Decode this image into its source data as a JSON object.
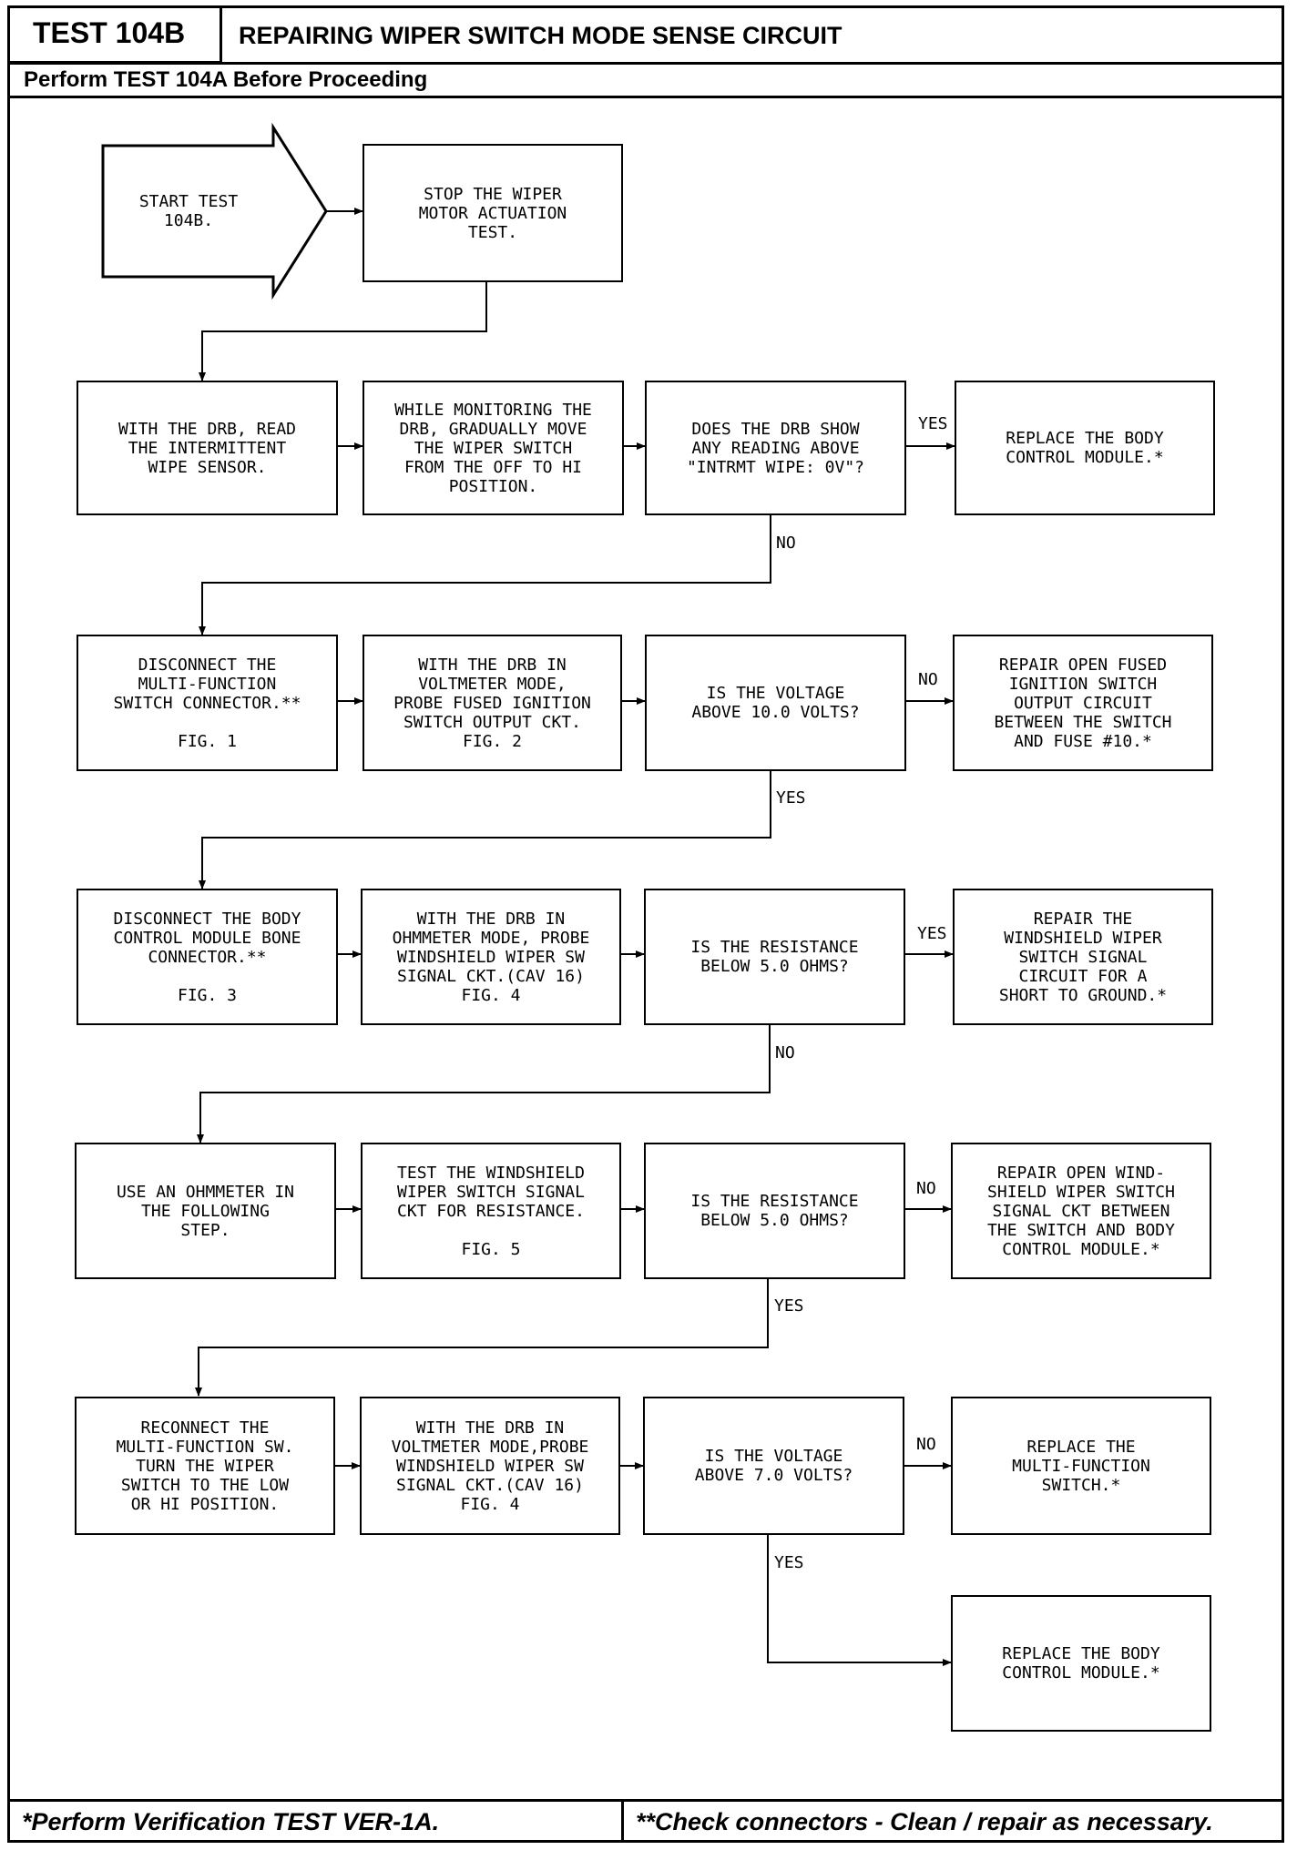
{
  "header": {
    "test_id": "TEST 104B",
    "title": "REPAIRING WIPER SWITCH MODE SENSE CIRCUIT",
    "subtitle": "Perform TEST 104A Before Proceeding"
  },
  "footer": {
    "left_note": "*Perform Verification TEST VER-1A.",
    "right_note": "**Check connectors - Clean / repair as necessary."
  },
  "boxes": {
    "start": "START TEST\n104B.",
    "stop_motor_test": "STOP THE WIPER\nMOTOR ACTUATION\nTEST.",
    "read_intermittent": "WITH THE DRB, READ\nTHE INTERMITTENT\nWIPE SENSOR.",
    "monitor_move_switch": "WHILE MONITORING THE\nDRB, GRADUALLY MOVE\nTHE WIPER SWITCH\nFROM THE OFF TO HI\nPOSITION.",
    "q_drb_reading": "DOES THE DRB SHOW\nANY READING ABOVE\n\"INTRMT WIPE: 0V\"?",
    "replace_bcm_1": "REPLACE THE BODY\nCONTROL MODULE.*",
    "disconnect_mf_switch": "DISCONNECT THE\nMULTI-FUNCTION\nSWITCH CONNECTOR.**\n\nFIG. 1",
    "probe_ignition": "WITH THE DRB IN\nVOLTMETER MODE,\nPROBE FUSED IGNITION\nSWITCH OUTPUT CKT.\nFIG. 2",
    "q_voltage_10": "IS THE VOLTAGE\nABOVE 10.0 VOLTS?",
    "repair_open_ignition": "REPAIR OPEN FUSED\nIGNITION SWITCH\nOUTPUT CIRCUIT\nBETWEEN THE SWITCH\nAND FUSE #10.*",
    "disconnect_bcm_bone": "DISCONNECT THE BODY\nCONTROL MODULE BONE\nCONNECTOR.**\n\nFIG. 3",
    "probe_ohm_signal": "WITH THE DRB IN\nOHMMETER MODE, PROBE\nWINDSHIELD WIPER SW\nSIGNAL CKT.(CAV 16)\nFIG. 4",
    "q_resistance_1": "IS THE RESISTANCE\nBELOW 5.0 OHMS?",
    "repair_short": "REPAIR THE\nWINDSHIELD WIPER\nSWITCH SIGNAL\nCIRCUIT FOR A\nSHORT TO GROUND.*",
    "use_ohmmeter": "USE AN OHMMETER IN\nTHE FOLLOWING\nSTEP.",
    "test_resistance": "TEST THE WINDSHIELD\nWIPER SWITCH SIGNAL\nCKT FOR RESISTANCE.\n\nFIG. 5",
    "q_resistance_2": "IS THE RESISTANCE\nBELOW 5.0 OHMS?",
    "repair_open_signal": "REPAIR OPEN WIND-\nSHIELD WIPER SWITCH\nSIGNAL CKT BETWEEN\nTHE SWITCH AND BODY\nCONTROL MODULE.*",
    "reconnect_mf": "RECONNECT THE\nMULTI-FUNCTION SW.\nTURN THE WIPER\nSWITCH TO THE LOW\nOR HI POSITION.",
    "probe_volt_signal": "WITH THE DRB IN\nVOLTMETER MODE,PROBE\nWINDSHIELD WIPER SW\nSIGNAL CKT.(CAV 16)\nFIG. 4",
    "q_voltage_7": "IS THE VOLTAGE\nABOVE 7.0 VOLTS?",
    "replace_mf_switch": "REPLACE THE\nMULTI-FUNCTION\nSWITCH.*",
    "replace_bcm_2": "REPLACE THE BODY\nCONTROL MODULE.*"
  },
  "labels": {
    "yes_row2": "YES",
    "no_row2": "NO",
    "no_row3": "NO",
    "yes_row3": "YES",
    "yes_row4": "YES",
    "no_row4": "NO",
    "no_row5": "NO",
    "yes_row5": "YES",
    "no_row6": "NO",
    "yes_row6": "YES"
  }
}
